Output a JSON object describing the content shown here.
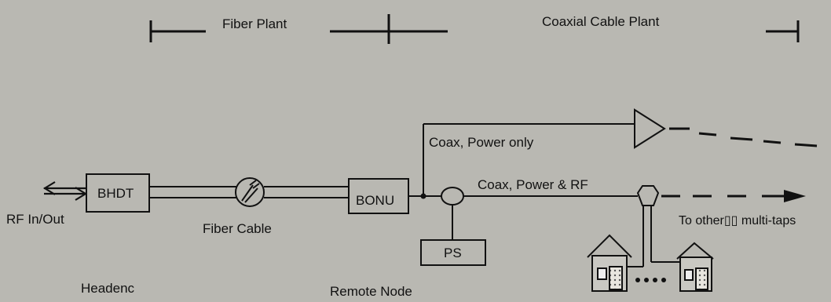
{
  "labels": {
    "fiber_plant": "Fiber Plant",
    "coaxial_cable_plant": "Coaxial Cable Plant",
    "rf_in_out": "RF In/Out",
    "bhdt": "BHDT",
    "fiber_cable": "Fiber Cable",
    "bonu": "BONU",
    "coax_power_only": "Coax, Power only",
    "coax_power_rf": "Coax, Power & RF",
    "ps": "PS",
    "to_other_multi_taps": "To other▯▯ multi-taps",
    "headend": "Headenc",
    "remote_node": "Remote Node"
  },
  "colors": {
    "background": "#b9b8b2",
    "ink": "#111111"
  }
}
